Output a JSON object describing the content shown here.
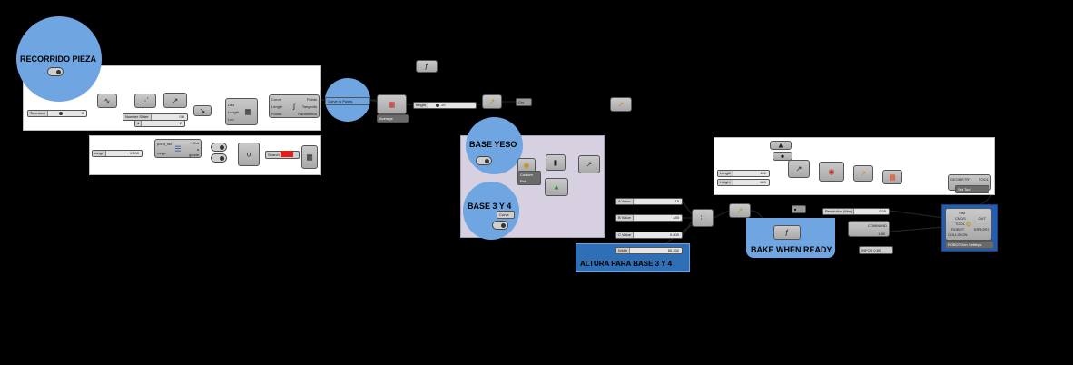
{
  "groups": {
    "recorrido": "RECORRIDO PIEZA",
    "base_yeso": "BASE YESO",
    "base_3y4": "BASE 3 Y 4",
    "altura": "ALTURA PARA BASE 3 Y 4",
    "bake": "BAKE WHEN READY"
  },
  "recorrido_panel": {
    "tolerance_label": "Tolerance",
    "tolerance_value": "0",
    "number_slider_label": "Number Slider",
    "number_slider_value": "0.6",
    "offset_value": "2",
    "out_curve": "Curve",
    "out_length": "Length",
    "out_points": "Points",
    "out_tangents": "Tangents",
    "out_parameters": "Parameters",
    "in_dist": "Dist",
    "in_length": "Length",
    "in_len": "Len",
    "sampler_label": "Curve to Points"
  },
  "second_panel": {
    "range_label": "range",
    "range_value": "0.100",
    "point_list": "point_list",
    "range_in": "range",
    "out_a": "Out",
    "out_b": "a",
    "out_c": "gcode",
    "search_label": "Search"
  },
  "center_nodes": {
    "average_caption": "Average",
    "height_label": "height",
    "height_value": "20",
    "small_param": "Crv"
  },
  "base_yeso_nodes": {
    "caption": "Custom Brd",
    "curve_tag": "Curve"
  },
  "altura_sliders": [
    {
      "label": "A Value",
      "value": "15"
    },
    {
      "label": "B Value",
      "value": "440"
    },
    {
      "label": "C Value",
      "value": "0.800"
    },
    {
      "label": "Width",
      "value": "85.330"
    }
  ],
  "right_panel": {
    "length_label": "Length",
    "length_value": "451",
    "height_label": "Height",
    "height_value": "800",
    "geometry_label": "GEOMETRY",
    "tool_label": "TOOL",
    "out_label": "Set Tool"
  },
  "bake_nodes": {
    "resolution_label": "Resolution (Mm)",
    "resolution_value": "0.00",
    "mode_label": "COMMAND",
    "value_label": "1.80",
    "info_text": "INFOS 0.80"
  },
  "robot_settings": {
    "title": "ROBOTGen Settings",
    "inputs": [
      "SIM",
      "CMDS",
      "TOOL",
      "ROBOT",
      "COLLISION"
    ],
    "outputs": [
      "OUT",
      "ERRORS"
    ]
  },
  "colors": {
    "canvas": "#000000",
    "group_white": "#ffffff",
    "group_lavender": "#d6d0e0",
    "group_blue": "#2f6fb5",
    "circle": "#6fa6e2",
    "search_red": "#e02020",
    "panel_yellow": "#e8b020"
  }
}
